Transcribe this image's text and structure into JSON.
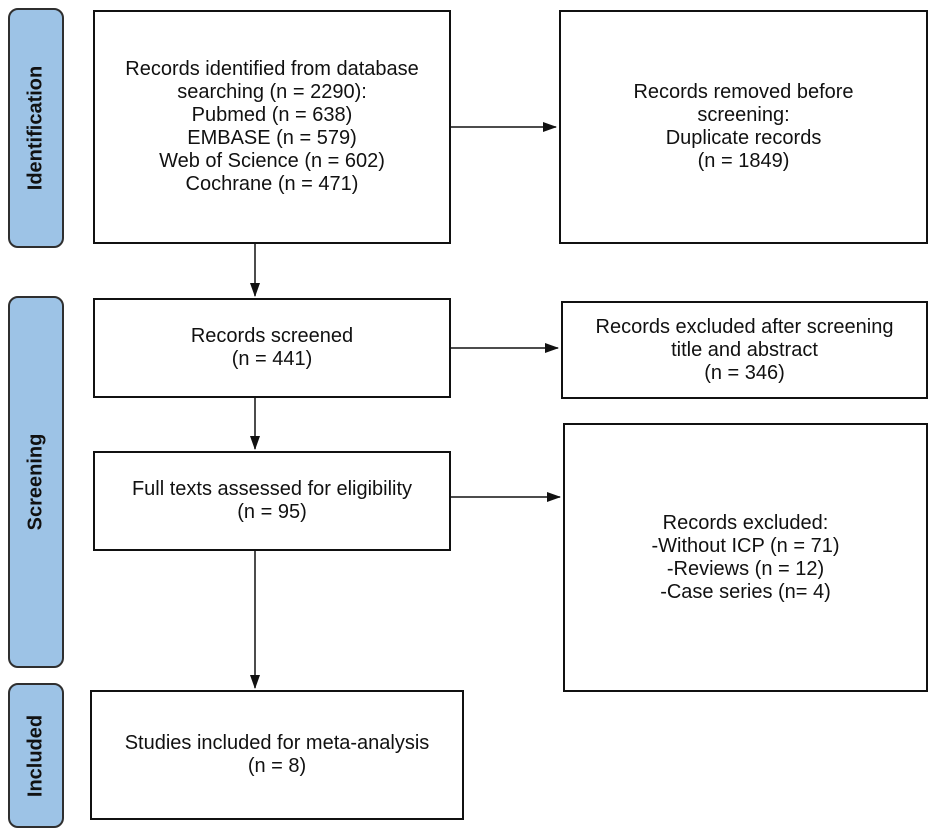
{
  "phases": {
    "identification": "Identification",
    "screening": "Screening",
    "included": "Included"
  },
  "boxes": {
    "records_identified": [
      "Records identified from database",
      "searching (n = 2290):",
      "Pubmed (n = 638)",
      "EMBASE (n = 579)",
      "Web of Science (n = 602)",
      "Cochrane (n = 471)"
    ],
    "records_removed": [
      "Records removed before",
      "screening:",
      "Duplicate records",
      "(n = 1849)"
    ],
    "records_screened": [
      "Records screened",
      "(n = 441)"
    ],
    "records_excluded_screening": [
      "Records excluded after screening",
      "title and abstract",
      "(n = 346)"
    ],
    "full_texts": [
      "Full texts assessed for eligibility",
      "(n = 95)"
    ],
    "records_excluded": [
      "Records excluded:",
      "-Without ICP (n = 71)",
      "-Reviews (n = 12)",
      "-Case series (n= 4)"
    ],
    "studies_included": [
      "Studies included for meta-analysis",
      "(n = 8)"
    ]
  }
}
